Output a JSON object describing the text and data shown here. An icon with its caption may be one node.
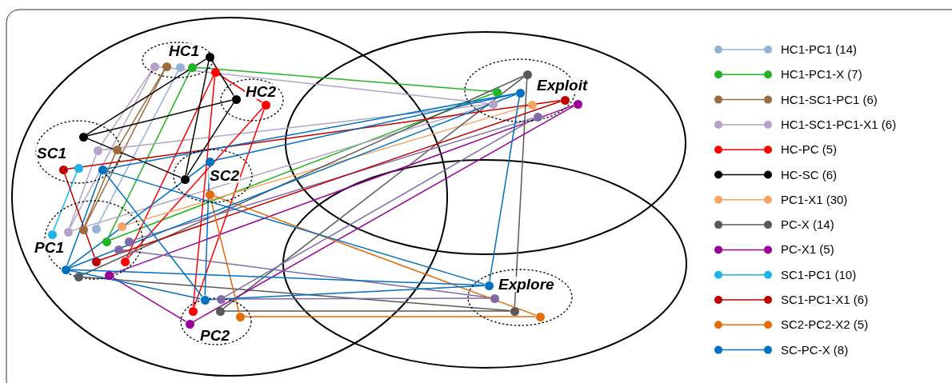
{
  "diagram": {
    "nodes": [
      {
        "text": [
          "HC1"
        ]
      },
      {
        "text": [],
        "shape": "circle",
        "in": 0
      },
      {
        "text": [],
        "shape": "circle",
        "in": 0
      },
      {
        "text": [],
        "shape": "circle",
        "in": 0
      },
      {
        "text": [],
        "shape": "circle",
        "in": 0
      },
      {
        "text": [],
        "shape": "circle",
        "in": 0
      },
      {
        "text": [],
        "shape": "circle",
        "in": 0
      },
      {
        "text": [
          "HC2"
        ]
      },
      {
        "text": [],
        "shape": "circle",
        "in": 7
      },
      {
        "text": [],
        "shape": "circle",
        "in": 7
      },
      {
        "text": [
          "SC1"
        ]
      },
      {
        "text": [],
        "shape": "circle",
        "in": 10
      },
      {
        "text": [],
        "shape": "circle",
        "in": 10
      },
      {
        "text": [],
        "shape": "circle",
        "in": 10
      },
      {
        "text": [],
        "shape": "circle",
        "in": 10
      },
      {
        "text": [],
        "shape": "circle",
        "in": 10
      },
      {
        "text": [],
        "shape": "circle",
        "in": 10
      },
      {
        "text": [
          "SC2"
        ]
      },
      {
        "text": [],
        "shape": "circle",
        "in": 17
      },
      {
        "text": [],
        "shape": "circle",
        "in": 17
      },
      {
        "text": [],
        "shape": "circle",
        "in": 17
      },
      {
        "text": [
          "PC1"
        ]
      },
      {
        "text": [],
        "shape": "circle",
        "in": 21
      },
      {
        "text": [],
        "shape": "circle",
        "in": 21
      },
      {
        "text": [],
        "shape": "circle",
        "in": 21
      },
      {
        "text": [],
        "shape": "circle",
        "in": 21
      },
      {
        "text": [],
        "shape": "circle",
        "in": 21
      },
      {
        "text": [],
        "shape": "circle",
        "in": 21
      },
      {
        "text": [],
        "shape": "circle",
        "in": 21
      },
      {
        "text": [],
        "shape": "circle",
        "in": 21
      },
      {
        "text": [],
        "shape": "circle",
        "in": 21
      },
      {
        "text": [],
        "shape": "circle",
        "in": 21
      },
      {
        "text": [],
        "shape": "circle",
        "in": 21
      },
      {
        "text": [],
        "shape": "circle",
        "in": 21
      },
      {
        "text": [],
        "shape": "circle",
        "in": 21
      },
      {
        "text": [
          "PC2"
        ]
      },
      {
        "text": [],
        "shape": "circle",
        "in": 35
      },
      {
        "text": [],
        "shape": "circle",
        "in": 35
      },
      {
        "text": [],
        "shape": "circle",
        "in": 35
      },
      {
        "text": [],
        "shape": "circle",
        "in": 35
      },
      {
        "text": [],
        "shape": "circle",
        "in": 35
      },
      {
        "text": [],
        "shape": "circle",
        "in": 35
      },
      {
        "text": [
          "Exploit"
        ]
      },
      {
        "text": [],
        "shape": "circle",
        "in": 42
      },
      {
        "text": [],
        "shape": "circle",
        "in": 42
      },
      {
        "text": [],
        "shape": "circle",
        "in": 42
      },
      {
        "text": [],
        "shape": "circle",
        "in": 42
      },
      {
        "text": [],
        "shape": "circle",
        "in": 42
      },
      {
        "text": [],
        "shape": "circle",
        "in": 42
      },
      {
        "text": [],
        "shape": "circle",
        "in": 42
      },
      {
        "text": [],
        "shape": "circle",
        "in": 42
      },
      {
        "text": [
          "Explore"
        ]
      },
      {
        "text": [],
        "shape": "circle",
        "in": 51
      },
      {
        "text": [],
        "shape": "circle",
        "in": 51
      },
      {
        "text": [],
        "shape": "circle",
        "in": 51
      },
      {
        "text": [],
        "shape": "circle",
        "in": 51
      }
    ],
    "edges": [
      {
        "from": 3,
        "to": 25,
        "arrow": "none",
        "color": "#95b3d7"
      },
      {
        "from": 4,
        "to": 44,
        "arrow": "none",
        "color": "#22b422"
      },
      {
        "from": 4,
        "to": 27,
        "arrow": "none",
        "color": "#22b422"
      },
      {
        "from": 27,
        "to": 44,
        "arrow": "none",
        "color": "#22b422"
      },
      {
        "from": 2,
        "to": 13,
        "arrow": "none",
        "color": "#9c6a3c"
      },
      {
        "from": 13,
        "to": 24,
        "arrow": "none",
        "color": "#9c6a3c"
      },
      {
        "from": 2,
        "to": 24,
        "arrow": "none",
        "color": "#9c6a3c"
      },
      {
        "from": 1,
        "to": 12,
        "arrow": "none",
        "color": "#b4a2c8"
      },
      {
        "from": 12,
        "to": 23,
        "arrow": "none",
        "color": "#b4a2c8"
      },
      {
        "from": 1,
        "to": 23,
        "arrow": "none",
        "color": "#b4a2c8"
      },
      {
        "from": 1,
        "to": 46,
        "arrow": "none",
        "color": "#b4a2c8"
      },
      {
        "from": 12,
        "to": 46,
        "arrow": "none",
        "color": "#b4a2c8"
      },
      {
        "from": 23,
        "to": 46,
        "arrow": "none",
        "color": "#b4a2c8"
      },
      {
        "from": 6,
        "to": 9,
        "arrow": "none",
        "color": "#ff0000"
      },
      {
        "from": 6,
        "to": 31,
        "arrow": "none",
        "color": "#ff0000"
      },
      {
        "from": 6,
        "to": 38,
        "arrow": "none",
        "color": "#ff0000"
      },
      {
        "from": 9,
        "to": 31,
        "arrow": "none",
        "color": "#ff0000"
      },
      {
        "from": 9,
        "to": 38,
        "arrow": "none",
        "color": "#ff0000"
      },
      {
        "from": 5,
        "to": 8,
        "arrow": "none",
        "color": "#000000"
      },
      {
        "from": 5,
        "to": 19,
        "arrow": "none",
        "color": "#000000"
      },
      {
        "from": 11,
        "to": 5,
        "arrow": "none",
        "color": "#000000"
      },
      {
        "from": 11,
        "to": 8,
        "arrow": "none",
        "color": "#000000"
      },
      {
        "from": 11,
        "to": 19,
        "arrow": "none",
        "color": "#000000"
      },
      {
        "from": 8,
        "to": 19,
        "arrow": "none",
        "color": "#000000"
      },
      {
        "from": 26,
        "to": 47,
        "arrow": "none",
        "color": "#f7a462"
      },
      {
        "from": 43,
        "to": 33,
        "arrow": "none",
        "color": "#595959"
      },
      {
        "from": 43,
        "to": 39,
        "arrow": "none",
        "color": "#595959"
      },
      {
        "from": 43,
        "to": 54,
        "arrow": "none",
        "color": "#595959"
      },
      {
        "from": 33,
        "to": 54,
        "arrow": "none",
        "color": "#595959"
      },
      {
        "from": 39,
        "to": 54,
        "arrow": "none",
        "color": "#595959"
      },
      {
        "from": 34,
        "to": 49,
        "arrow": "none",
        "color": "#990099"
      },
      {
        "from": 34,
        "to": 40,
        "arrow": "none",
        "color": "#990099"
      },
      {
        "from": 40,
        "to": 49,
        "arrow": "none",
        "color": "#990099"
      },
      {
        "from": 28,
        "to": 50,
        "arrow": "none",
        "color": "#7f6aa6"
      },
      {
        "from": 29,
        "to": 53,
        "arrow": "none",
        "color": "#7f6aa6"
      },
      {
        "from": 37,
        "to": 50,
        "arrow": "none",
        "color": "#7f6aa6"
      },
      {
        "from": 37,
        "to": 53,
        "arrow": "none",
        "color": "#7f6aa6"
      },
      {
        "from": 15,
        "to": 22,
        "arrow": "none",
        "color": "#1eb4e8"
      },
      {
        "from": 14,
        "to": 30,
        "arrow": "none",
        "color": "#c00000"
      },
      {
        "from": 14,
        "to": 48,
        "arrow": "none",
        "color": "#c00000"
      },
      {
        "from": 30,
        "to": 48,
        "arrow": "none",
        "color": "#c00000"
      },
      {
        "from": 20,
        "to": 41,
        "arrow": "none",
        "color": "#e36c0a"
      },
      {
        "from": 20,
        "to": 55,
        "arrow": "none",
        "color": "#e36c0a"
      },
      {
        "from": 41,
        "to": 55,
        "arrow": "none",
        "color": "#e36c0a"
      },
      {
        "from": 16,
        "to": 32,
        "arrow": "none",
        "color": "#0070c0"
      },
      {
        "from": 16,
        "to": 45,
        "arrow": "none",
        "color": "#0070c0"
      },
      {
        "from": 16,
        "to": 36,
        "arrow": "none",
        "color": "#0070c0"
      },
      {
        "from": 16,
        "to": 52,
        "arrow": "none",
        "color": "#0070c0"
      },
      {
        "from": 18,
        "to": 32,
        "arrow": "none",
        "color": "#0070c0"
      },
      {
        "from": 18,
        "to": 36,
        "arrow": "none",
        "color": "#0070c0"
      },
      {
        "from": 18,
        "to": 45,
        "arrow": "none",
        "color": "#0070c0"
      },
      {
        "from": 32,
        "to": 45,
        "arrow": "none",
        "color": "#0070c0"
      },
      {
        "from": 32,
        "to": 36,
        "arrow": "none",
        "color": "#0070c0"
      },
      {
        "from": 32,
        "to": 52,
        "arrow": "none",
        "color": "#0070c0"
      },
      {
        "from": 45,
        "to": 52,
        "arrow": "none",
        "color": "#0070c0"
      },
      {
        "from": 36,
        "to": 52,
        "arrow": "none",
        "color": "#0070c0"
      }
    ],
    "legend": [
      {
        "text": "HC1-PC1 (14)",
        "color": "#95b3d7"
      },
      {
        "text": "HC1-PC1-X (7)",
        "color": "#22b422"
      },
      {
        "text": "HC1-SC1-PC1 (6)",
        "color": "#9c6a3c"
      },
      {
        "text": "HC1-SC1-PC1-X1 (6)",
        "color": "#b4a2c8"
      },
      {
        "text": "HC-PC (5)",
        "color": "#ff0000"
      },
      {
        "text": "HC-SC (6)",
        "color": "#000000"
      },
      {
        "text": "PC1-X1 (30)",
        "color": "#f7a462"
      },
      {
        "text": "PC-X (14)",
        "color": "#595959"
      },
      {
        "text": "PC-X1 (5)",
        "color": "#990099"
      },
      {
        "text": "SC1-PC1 (10)",
        "color": "#1eb4e8"
      },
      {
        "text": "SC1-PC1-X1 (6)",
        "color": "#c00000"
      },
      {
        "text": "SC2-PC2-X2 (5)",
        "color": "#e36c0a"
      },
      {
        "text": "SC-PC-X (8)",
        "color": "#0070c0"
      }
    ]
  }
}
